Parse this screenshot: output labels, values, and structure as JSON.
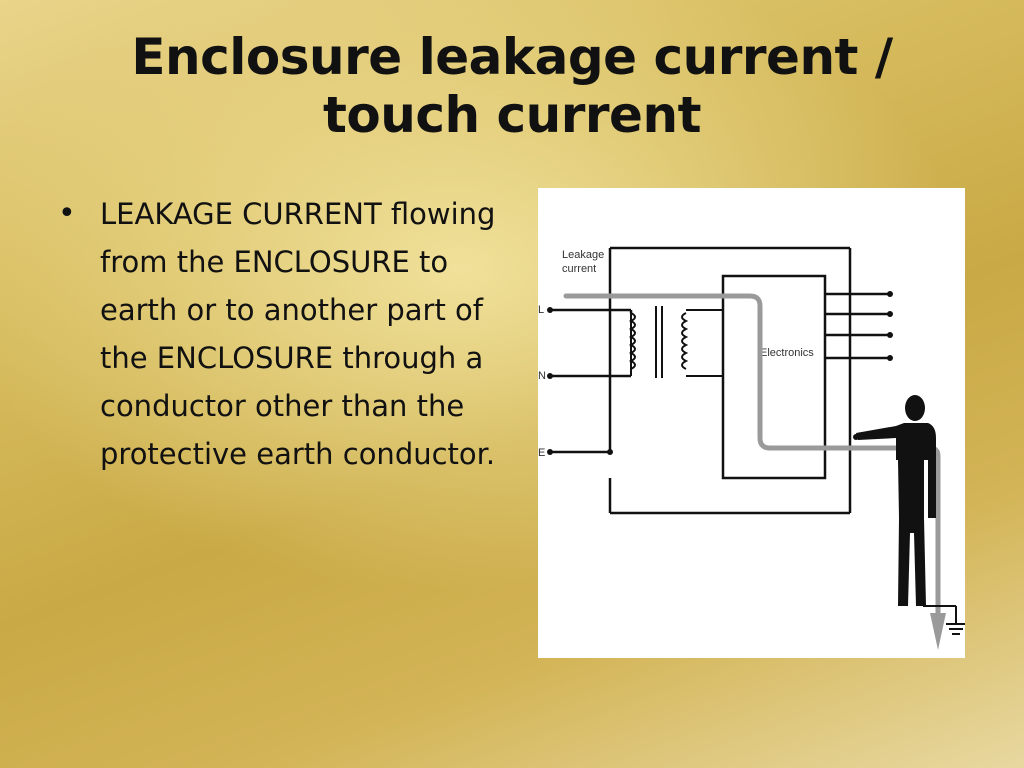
{
  "slide": {
    "title_line1": "Enclosure leakage current /",
    "title_line2": "touch current",
    "bullet_symbol": "•",
    "bullet_text": "LEAKAGE CURRENT flowing from the ENCLOSURE to earth or to another part of the ENCLOSURE through a conductor other than the protective earth conductor."
  },
  "diagram": {
    "leakage_label_1": "Leakage",
    "leakage_label_2": "current",
    "label_L": "L",
    "label_N": "N",
    "label_E": "E",
    "electronics_label": "Electronics",
    "icons": [
      "transformer-icon",
      "person-silhouette-icon",
      "ground-symbol-icon"
    ]
  }
}
